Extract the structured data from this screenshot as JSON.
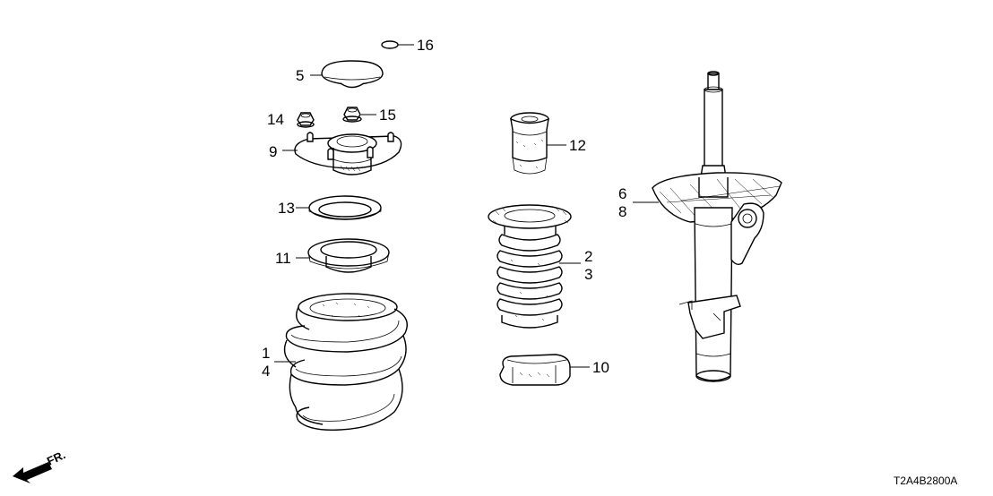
{
  "diagram": {
    "drawing_code": "T2A4B2800A",
    "front_indicator": "FR.",
    "callouts": {
      "c1": "1",
      "c4": "4",
      "c5": "5",
      "c9": "9",
      "c13": "13",
      "c11": "11",
      "c14": "14",
      "c15": "15",
      "c16": "16",
      "c12": "12",
      "c2": "2",
      "c3": "3",
      "c10": "10",
      "c6": "6",
      "c8": "8"
    }
  }
}
